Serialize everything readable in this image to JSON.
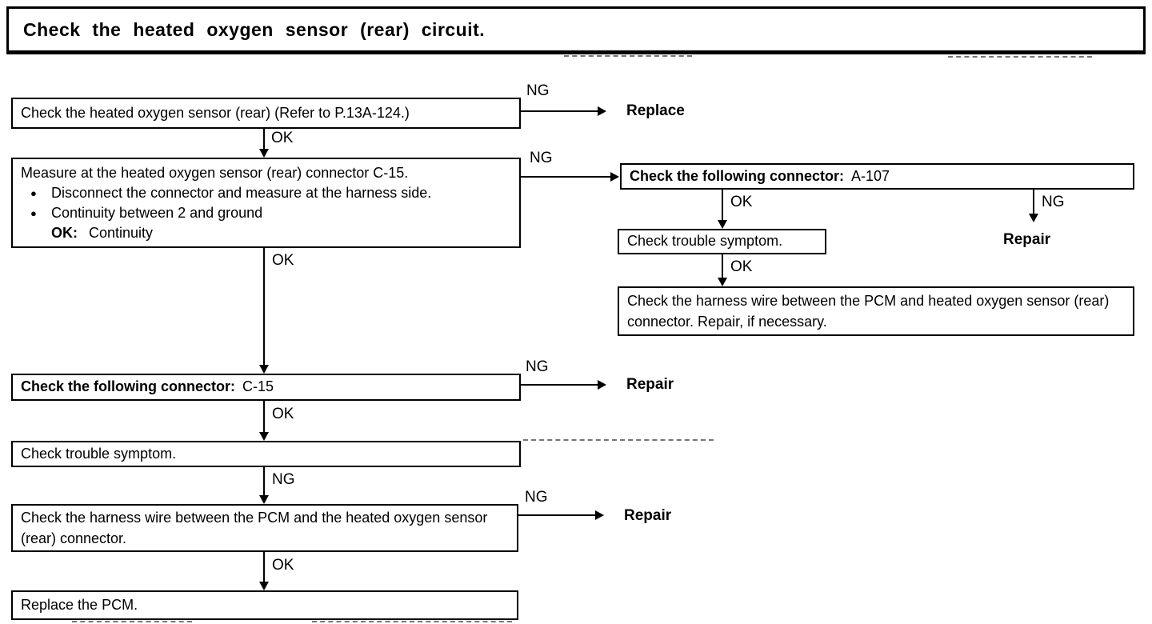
{
  "title": "Check the heated oxygen sensor (rear) circuit.",
  "bullet": "●",
  "edge_labels": {
    "ok": "OK",
    "ng": "NG"
  },
  "terminals": {
    "replace": "Replace",
    "repair": "Repair"
  },
  "flow": {
    "check_sensor": "Check the heated oxygen sensor (rear) (Refer to P.13A-124.)",
    "measure": {
      "heading": "Measure at the heated oxygen sensor (rear) connector C-15.",
      "bullet1": "Disconnect the connector and measure at the harness side.",
      "bullet2": "Continuity between 2 and ground",
      "ok_key": "OK:",
      "ok_value": "Continuity"
    },
    "connector_c15": {
      "label": "Check the following connector:",
      "value": "C-15"
    },
    "trouble_left": "Check trouble symptom.",
    "harness_left": "Check the harness wire between the PCM and the heated oxygen sensor (rear) connector.",
    "replace_pcm": "Replace the PCM.",
    "connector_a107": {
      "label": "Check the following connector:",
      "value": "A-107"
    },
    "trouble_right": "Check trouble symptom.",
    "harness_right": "Check the harness wire between the PCM and heated oxygen sensor (rear) connector. Repair, if necessary."
  }
}
